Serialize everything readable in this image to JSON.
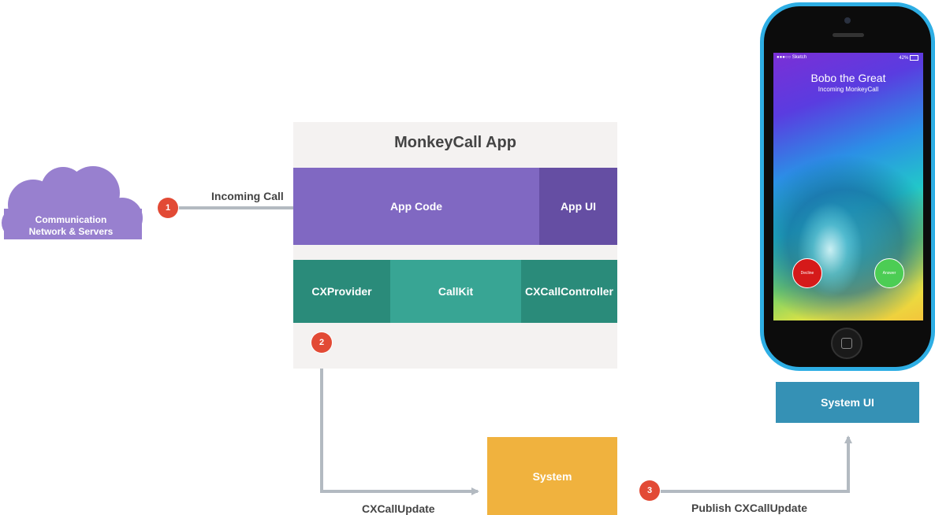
{
  "app": {
    "title": "MonkeyCall App",
    "app_code": "App Code",
    "app_ui": "App UI",
    "cxprovider": "CXProvider",
    "callkit": "CallKit",
    "cxcallcontroller": "CXCallController"
  },
  "cloud": {
    "line1": "Communication",
    "line2": "Network & Servers"
  },
  "system_box": "System",
  "system_ui": "System UI",
  "steps": [
    {
      "number": "1",
      "label": "Incoming Call"
    },
    {
      "number": "2",
      "label": "CXCallUpdate"
    },
    {
      "number": "3",
      "label": "Publish CXCallUpdate"
    }
  ],
  "phone": {
    "carrier": "●●●○○ Sketch",
    "battery": "42%",
    "caller_name": "Bobo the Great",
    "call_status": "Incoming MonkeyCall",
    "decline_label": "Decline",
    "answer_label": "Answer"
  },
  "colors": {
    "app_panel": "#f4f2f1",
    "app_code": "#8068c2",
    "app_ui": "#654ea3",
    "cxprovider": "#2a8b7a",
    "callkit": "#38a594",
    "cxcallcontroller": "#2a8b7a",
    "system": "#f0b23e",
    "system_ui": "#3591b5",
    "cloud": "#9880cf",
    "badge": "#e24a35",
    "arrow": "#b3bac1",
    "phone_body": "#2eaee4"
  }
}
